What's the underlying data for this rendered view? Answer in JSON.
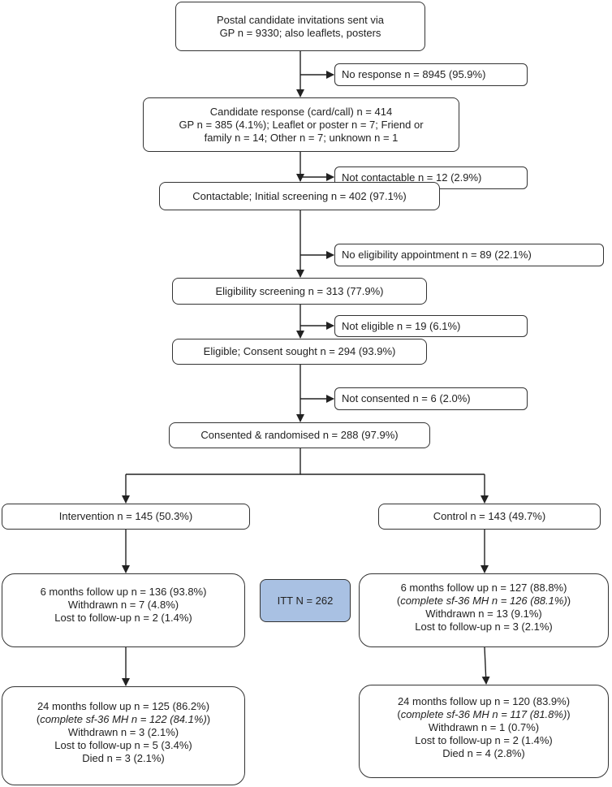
{
  "flow": {
    "invitations": [
      "Postal candidate invitations sent via",
      "GP n = 9330; also leaflets, posters"
    ],
    "no_response": "No response n = 8945 (95.9%)",
    "candidate_response": [
      "Candidate response (card/call) n = 414",
      "GP n = 385 (4.1%); Leaflet or poster n = 7; Friend or",
      "family n = 14; Other n = 7; unknown n = 1"
    ],
    "not_contactable": "Not contactable n = 12 (2.9%)",
    "initial_screening": "Contactable; Initial screening n = 402 (97.1%)",
    "no_eligibility_appt": "No eligibility appointment n = 89 (22.1%)",
    "eligibility_screening": "Eligibility screening n = 313 (77.9%)",
    "not_eligible": "Not eligible n = 19 (6.1%)",
    "consent_sought": "Eligible; Consent sought n = 294 (93.9%)",
    "not_consented": "Not consented n = 6 (2.0%)",
    "randomised": "Consented & randomised n = 288 (97.9%)",
    "intervention": "Intervention n = 145 (50.3%)",
    "control": "Control n = 143  (49.7%)",
    "itt": "ITT N = 262",
    "intervention_6m": {
      "followup": "6 months follow up n = 136 (93.8%)",
      "withdrawn": "Withdrawn n = 7 (4.8%)",
      "lost": "Lost to follow-up n = 2 (1.4%)"
    },
    "control_6m": {
      "followup": "6 months follow up n = 127 (88.8%)",
      "sf36": "complete sf-36 MH  n = 126 (88.1%)",
      "withdrawn": "Withdrawn n = 13 (9.1%)",
      "lost": "Lost to follow-up n = 3 (2.1%)"
    },
    "intervention_24m": {
      "followup": "24 months follow up n = 125 (86.2%)",
      "sf36": "complete sf-36 MH n = 122 (84.1%)",
      "withdrawn": "Withdrawn n = 3 (2.1%)",
      "lost": "Lost to follow-up n = 5 (3.4%)",
      "died": "Died n = 3 (2.1%)"
    },
    "control_24m": {
      "followup": "24 months follow up n = 120 (83.9%)",
      "sf36": "complete sf-36 MH n = 117 (81.8%)",
      "withdrawn": "Withdrawn n = 1 (0.7%)",
      "lost": "Lost to follow-up n = 2 (1.4%)",
      "died": "Died n = 4 (2.8%)"
    }
  },
  "colors": {
    "itt_fill": "#a9c1e3",
    "line": "#222222"
  }
}
